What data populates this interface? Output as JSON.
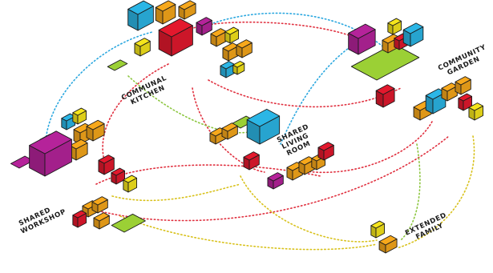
{
  "labels": {
    "communal_kitchen": [
      "COMMUNAL",
      "KITCHEN"
    ],
    "community_garden": [
      "COMMUNITY",
      "GARDEN"
    ],
    "shared_living_room": [
      "SHARED",
      "LIVING",
      "ROOM"
    ],
    "shared_workshop": [
      "SHARED",
      "WORKSHOP"
    ],
    "extended_family": [
      "EXTENDED",
      "FAMILY"
    ]
  },
  "colors": {
    "blue": "#2bb6e6",
    "orange": "#f7a81b",
    "red": "#e3182d",
    "yellow": "#f5e51c",
    "magenta": "#b5239a",
    "green": "#9bd035",
    "dot_blue": "#2aa7df",
    "dot_red": "#e0303f",
    "dot_yellow": "#d8c11a",
    "dot_green": "#8cc63f",
    "outline": "#1a1a1a"
  }
}
